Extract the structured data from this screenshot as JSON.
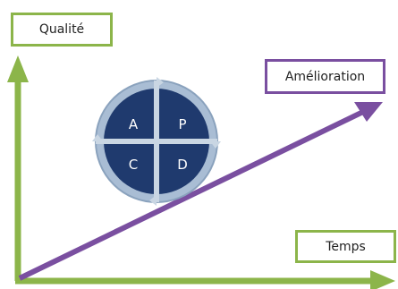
{
  "labels": {
    "quality": "Qualité",
    "improvement": "Amélioration",
    "time": "Temps"
  },
  "pdca": {
    "top_left": "A",
    "top_right": "P",
    "bottom_left": "C",
    "bottom_right": "D"
  },
  "colors": {
    "axis_green": "#8cb54a",
    "arrow_purple": "#7a4fa0",
    "pdca_blue": "#1f3a6e",
    "pdca_ring": "#a9bdd4"
  }
}
